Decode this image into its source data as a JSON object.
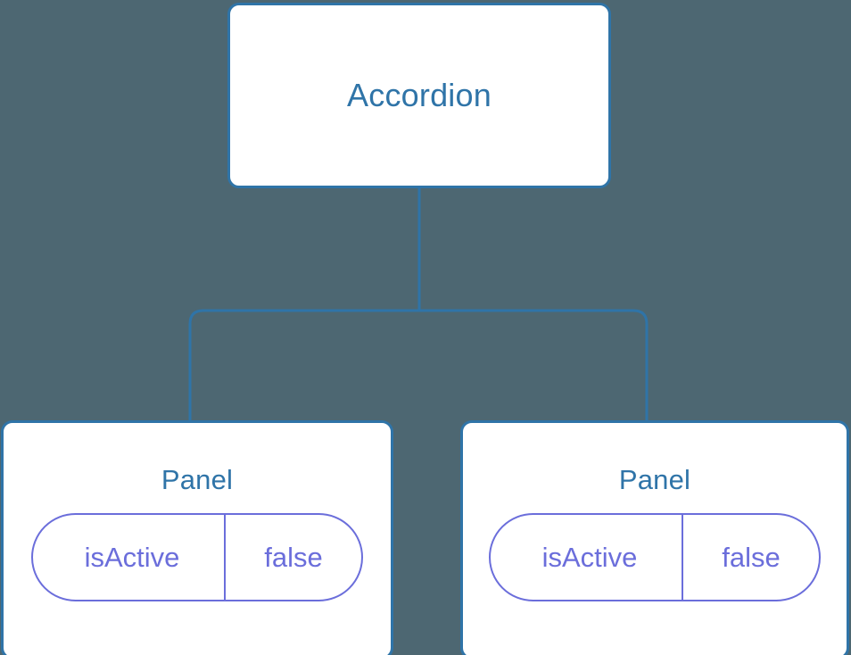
{
  "diagram": {
    "background_color": "#4d6772",
    "node_border_color": "#2f74a8",
    "node_fill_color": "#ffffff",
    "title_text_color": "#2f74a8",
    "pill_color": "#6b6edb",
    "connector_color": "#2f74a8",
    "root": {
      "title": "Accordion"
    },
    "children": [
      {
        "title": "Panel",
        "state": {
          "key": "isActive",
          "value": "false"
        }
      },
      {
        "title": "Panel",
        "state": {
          "key": "isActive",
          "value": "false"
        }
      }
    ]
  }
}
